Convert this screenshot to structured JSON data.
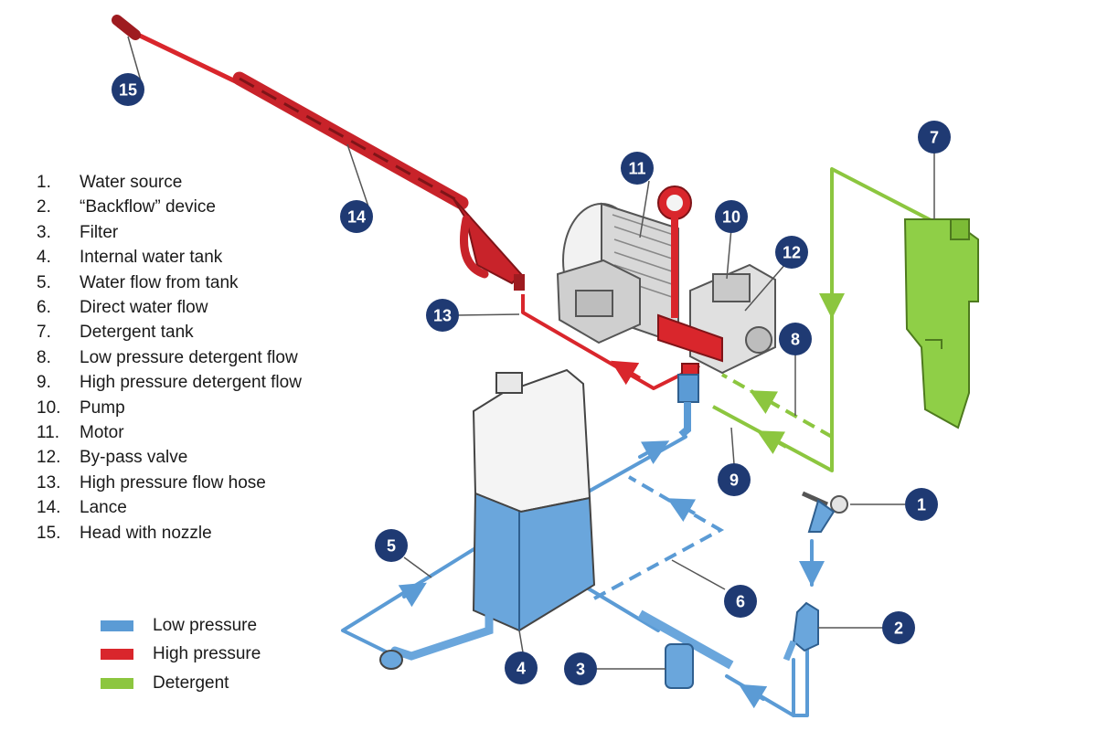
{
  "parts_list": [
    {
      "num": "1.",
      "label": "Water source"
    },
    {
      "num": "2.",
      "label": "“Backflow” device"
    },
    {
      "num": "3.",
      "label": "Filter"
    },
    {
      "num": "4.",
      "label": "Internal water tank"
    },
    {
      "num": "5.",
      "label": "Water flow from tank"
    },
    {
      "num": "6.",
      "label": "Direct water flow"
    },
    {
      "num": "7.",
      "label": "Detergent tank"
    },
    {
      "num": "8.",
      "label": "Low pressure detergent flow"
    },
    {
      "num": "9.",
      "label": "High pressure detergent flow"
    },
    {
      "num": "10.",
      "label": "Pump"
    },
    {
      "num": "11.",
      "label": "Motor"
    },
    {
      "num": "12.",
      "label": "By-pass valve"
    },
    {
      "num": "13.",
      "label": "High pressure flow hose"
    },
    {
      "num": "14.",
      "label": "Lance"
    },
    {
      "num": "15.",
      "label": "Head with nozzle"
    }
  ],
  "color_key": [
    {
      "label": "Low pressure",
      "color": "#5b9bd5"
    },
    {
      "label": "High pressure",
      "color": "#d9262c"
    },
    {
      "label": "Detergent",
      "color": "#8cc63f"
    }
  ],
  "callouts": [
    "1",
    "2",
    "3",
    "4",
    "5",
    "6",
    "7",
    "8",
    "9",
    "10",
    "11",
    "12",
    "13",
    "14",
    "15"
  ],
  "colors": {
    "badge": "#1f3a73",
    "low_pressure": "#5b9bd5",
    "high_pressure": "#d9262c",
    "detergent": "#8cc63f"
  }
}
